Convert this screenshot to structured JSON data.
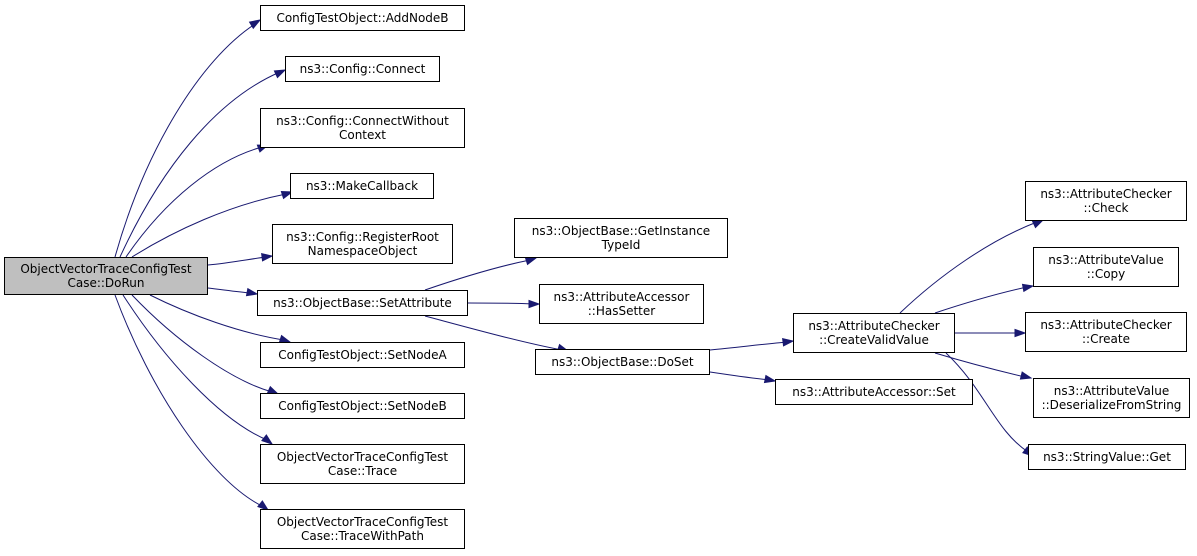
{
  "colors": {
    "edge": "#191970",
    "root_fill": "#bfbfbf",
    "node_fill": "#ffffff",
    "node_border": "#000000"
  },
  "root": {
    "id": "dorun",
    "label": "ObjectVectorTraceConfigTest\nCase::DoRun"
  },
  "nodes": [
    {
      "id": "addnodeb",
      "label": "ConfigTestObject::AddNodeB"
    },
    {
      "id": "connect",
      "label": "ns3::Config::Connect"
    },
    {
      "id": "connectwithout",
      "label": "ns3::Config::ConnectWithout\nContext"
    },
    {
      "id": "makecallback",
      "label": "ns3::MakeCallback"
    },
    {
      "id": "registerroot",
      "label": "ns3::Config::RegisterRoot\nNamespaceObject"
    },
    {
      "id": "setattribute",
      "label": "ns3::ObjectBase::SetAttribute"
    },
    {
      "id": "setnodea",
      "label": "ConfigTestObject::SetNodeA"
    },
    {
      "id": "setnodeb",
      "label": "ConfigTestObject::SetNodeB"
    },
    {
      "id": "trace",
      "label": "ObjectVectorTraceConfigTest\nCase::Trace"
    },
    {
      "id": "tracewithpath",
      "label": "ObjectVectorTraceConfigTest\nCase::TraceWithPath"
    },
    {
      "id": "getinstancetypeid",
      "label": "ns3::ObjectBase::GetInstance\nTypeId"
    },
    {
      "id": "hassetter",
      "label": "ns3::AttributeAccessor\n::HasSetter"
    },
    {
      "id": "doset",
      "label": "ns3::ObjectBase::DoSet"
    },
    {
      "id": "createvalidvalue",
      "label": "ns3::AttributeChecker\n::CreateValidValue"
    },
    {
      "id": "accessorset",
      "label": "ns3::AttributeAccessor::Set"
    },
    {
      "id": "check",
      "label": "ns3::AttributeChecker\n::Check"
    },
    {
      "id": "copy",
      "label": "ns3::AttributeValue\n::Copy"
    },
    {
      "id": "create",
      "label": "ns3::AttributeChecker\n::Create"
    },
    {
      "id": "deserialize",
      "label": "ns3::AttributeValue\n::DeserializeFromString"
    },
    {
      "id": "stringget",
      "label": "ns3::StringValue::Get"
    }
  ],
  "edges": [
    [
      "dorun",
      "addnodeb"
    ],
    [
      "dorun",
      "connect"
    ],
    [
      "dorun",
      "connectwithout"
    ],
    [
      "dorun",
      "makecallback"
    ],
    [
      "dorun",
      "registerroot"
    ],
    [
      "dorun",
      "setattribute"
    ],
    [
      "dorun",
      "setnodea"
    ],
    [
      "dorun",
      "setnodeb"
    ],
    [
      "dorun",
      "trace"
    ],
    [
      "dorun",
      "tracewithpath"
    ],
    [
      "setattribute",
      "getinstancetypeid"
    ],
    [
      "setattribute",
      "hassetter"
    ],
    [
      "setattribute",
      "doset"
    ],
    [
      "doset",
      "createvalidvalue"
    ],
    [
      "doset",
      "accessorset"
    ],
    [
      "createvalidvalue",
      "check"
    ],
    [
      "createvalidvalue",
      "copy"
    ],
    [
      "createvalidvalue",
      "create"
    ],
    [
      "createvalidvalue",
      "deserialize"
    ],
    [
      "createvalidvalue",
      "stringget"
    ]
  ]
}
